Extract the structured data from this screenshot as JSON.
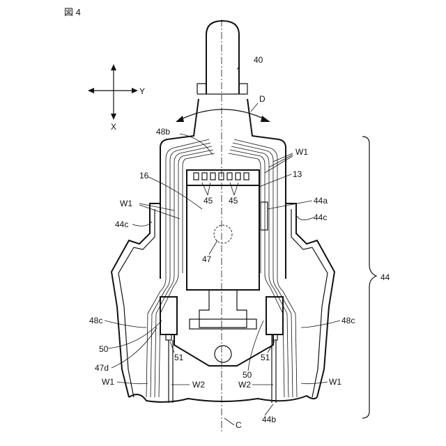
{
  "figure": {
    "title": "図 4",
    "axes": {
      "y": "Y",
      "x": "X"
    },
    "labels": {
      "l40": "40",
      "lD": "D",
      "l48b": "48b",
      "lW1_top": "W1",
      "l16": "16",
      "l13": "13",
      "l45_left": "45",
      "l45_right": "45",
      "lW1_left": "W1",
      "l44a": "44a",
      "l44c_left": "44c",
      "l44c_right": "44c",
      "l47": "47",
      "l44": "44",
      "l48c_left": "48c",
      "l48c_right": "48c",
      "l50_left": "50",
      "l50_right": "50",
      "l51_left": "51",
      "l51_right": "51",
      "l47d": "47d",
      "lW1_bl": "W1",
      "lW2_left": "W2",
      "lW2_right": "W2",
      "lW1_br": "W1",
      "l44b": "44b",
      "lC": "C"
    }
  }
}
